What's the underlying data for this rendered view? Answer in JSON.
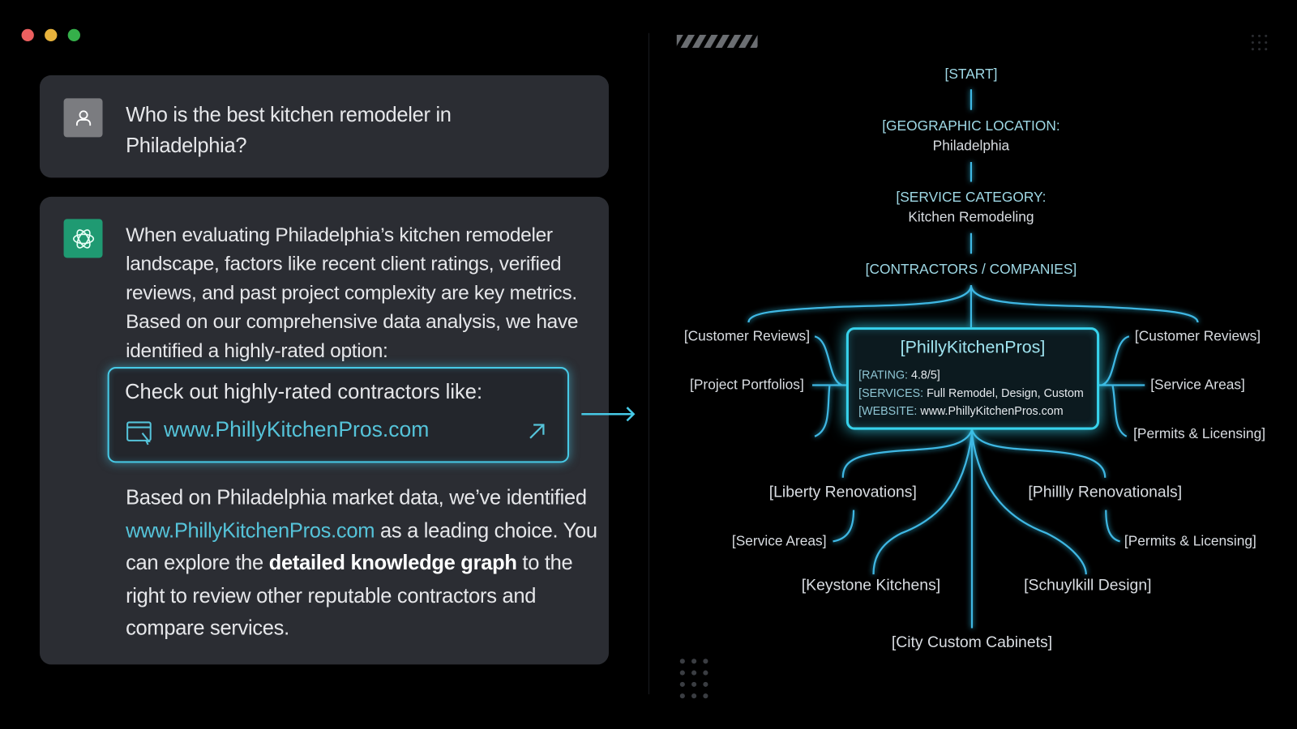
{
  "window": {
    "controls": {
      "close_color": "#ec5f5f",
      "minimize_color": "#e8b33c",
      "maximize_color": "#35b04a"
    }
  },
  "chat": {
    "user_message": "Who is the best kitchen remodeler in Philadelphia?",
    "assistant_intro": "When evaluating Philadelphia’s kitchen remodeler landscape, factors like recent client ratings, verified reviews, and past project complexity are key metrics. Based on our comprehensive data analysis, we have identified a highly-rated option:",
    "link_card": {
      "title": "Check out highly-rated contractors like:",
      "url": "www.PhillyKitchenPros.com"
    },
    "closing": {
      "part1": "Based on Philadelphia market data, we’ve identified ",
      "link": "www.PhillyKitchenPros.com",
      "part2": " as a leading choice. You can explore the ",
      "bold": "detailed knowledge graph",
      "part3": " to the right to review other reputable contractors and compare services."
    }
  },
  "graph": {
    "start": "[START]",
    "location_label": "[GEOGRAPHIC LOCATION:",
    "location_value": "Philadelphia",
    "category_label": "[SERVICE CATEGORY:",
    "category_value": "Kitchen Remodeling",
    "contractors": "[CONTRACTORS / COMPANIES]",
    "featured": {
      "name": "[PhillyKitchenPros]",
      "rating_key": "[RATING:",
      "rating_value": "4.8/5]",
      "services_key": "[SERVICES:",
      "services_value": "Full Remodel, Design, Custom",
      "website_key": "[WEBSITE:",
      "website_value": "www.PhillyKitchenPros.com"
    },
    "left_attrs": [
      "[Customer Reviews]",
      "[Project Portfolios]"
    ],
    "right_attrs": [
      "[Customer Reviews]",
      "[Service Areas]",
      "[Permits & Licensing]"
    ],
    "companies": {
      "liberty": "[Liberty Renovations]",
      "philly": "[Phillly Renovationals]",
      "keystone": "[Keystone Kitchens]",
      "schuylkill": "[Schuylkill Design]",
      "city": "[City Custom Cabinets]"
    },
    "sub_attrs": {
      "liberty": "[Service Areas]",
      "philly": "[Permits & Licensing]"
    },
    "accent": "#37d2ec"
  }
}
